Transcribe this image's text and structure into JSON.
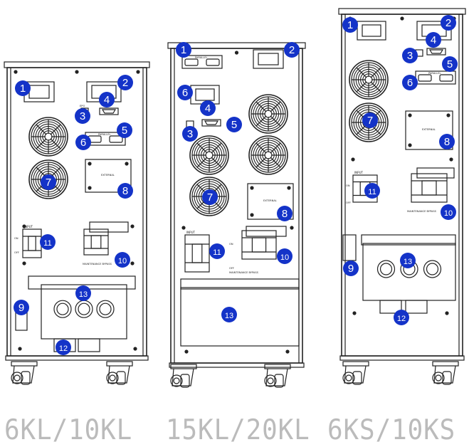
{
  "colors": {
    "line": "#222222",
    "badge_fill": "#1433c8",
    "badge_text": "#ffffff",
    "caption": "#bbbbbb"
  },
  "panel_labels": {
    "bypass_switch": "MAINTENANCE BYPASS",
    "input": "INPUT",
    "on": "ON",
    "off": "OFF"
  },
  "units": [
    {
      "model": "6KL/10KL",
      "callouts": [
        "1",
        "2",
        "3",
        "4",
        "5",
        "6",
        "7",
        "8",
        "9",
        "10",
        "11",
        "12",
        "13"
      ]
    },
    {
      "model": "15KL/20KL",
      "callouts": [
        "1",
        "2",
        "3",
        "4",
        "5",
        "6",
        "7",
        "8",
        "10",
        "11",
        "13"
      ]
    },
    {
      "model": "6KS/10KS",
      "callouts": [
        "1",
        "2",
        "3",
        "4",
        "5",
        "6",
        "7",
        "8",
        "9",
        "10",
        "11",
        "12",
        "13"
      ]
    }
  ]
}
